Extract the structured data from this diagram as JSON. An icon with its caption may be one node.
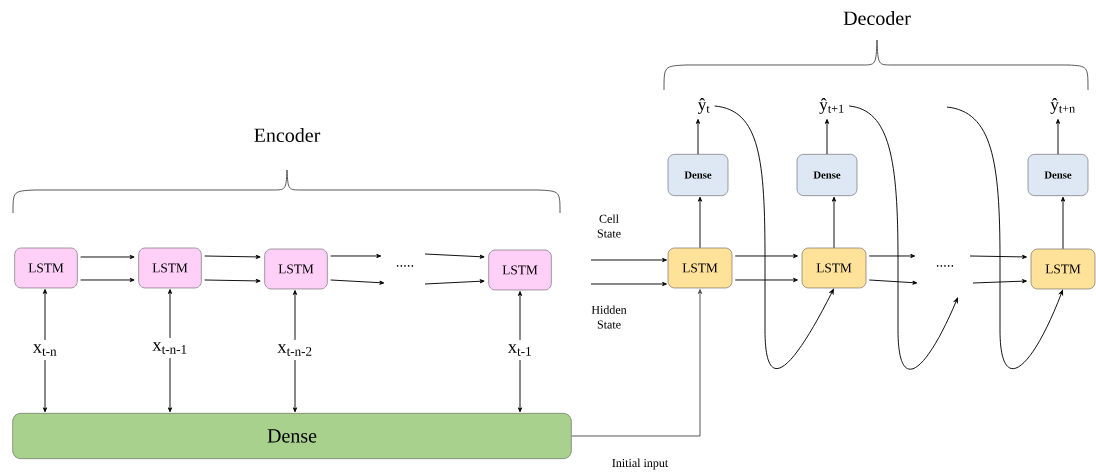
{
  "diagram": {
    "nodes": [
      {
        "text": [
          "LSTM"
        ]
      },
      {
        "text": [
          "LSTM"
        ]
      },
      {
        "text": [
          "LSTM"
        ]
      },
      {
        "text": [
          "LSTM"
        ]
      },
      {
        "text": [
          "x$_{t-n}$"
        ]
      },
      {
        "text": [
          "x$_{t-n-1}$"
        ]
      },
      {
        "text": [
          "x$_{t-n-2}$"
        ]
      },
      {
        "text": [
          "x$_{t-1}$"
        ]
      },
      {
        "text": [
          "Dense"
        ]
      },
      {
        "text": [
          "LSTM"
        ]
      },
      {
        "text": [
          "LSTM"
        ]
      },
      {
        "text": [
          "LSTM"
        ]
      },
      {
        "text": [
          "Dense"
        ]
      },
      {
        "text": [
          "Dense"
        ]
      },
      {
        "text": [
          "Dense"
        ]
      },
      {
        "text": [
          "ŷ$_{t}$"
        ]
      },
      {
        "text": [
          "ŷ$_{t+1}$"
        ]
      },
      {
        "text": [
          "ŷ$_{t+n}$"
        ]
      }
    ],
    "edges": [
      {
        "from": 0,
        "to": 1,
        "arrow": "to"
      },
      {
        "from": 0,
        "to": 1,
        "arrow": "to"
      },
      {
        "from": 1,
        "to": 2,
        "arrow": "to"
      },
      {
        "from": 1,
        "to": 2,
        "arrow": "to"
      },
      {
        "from": 2,
        "to": null,
        "arrow": "to"
      },
      {
        "from": 2,
        "to": null,
        "arrow": "to"
      },
      {
        "from": null,
        "to": 3,
        "arrow": "to"
      },
      {
        "from": null,
        "to": 3,
        "arrow": "to"
      },
      {
        "from": 4,
        "to": 0,
        "arrow": "to"
      },
      {
        "from": 5,
        "to": 1,
        "arrow": "to"
      },
      {
        "from": 6,
        "to": 2,
        "arrow": "to"
      },
      {
        "from": 7,
        "to": 3,
        "arrow": "to"
      },
      {
        "from": 4,
        "to": 8,
        "arrow": "to"
      },
      {
        "from": 5,
        "to": 8,
        "arrow": "to"
      },
      {
        "from": 6,
        "to": 8,
        "arrow": "to"
      },
      {
        "from": 7,
        "to": 8,
        "arrow": "to"
      },
      {
        "from": null,
        "to": 9,
        "arrow": "to"
      },
      {
        "from": null,
        "to": 9,
        "arrow": "to"
      },
      {
        "from": 9,
        "to": 10,
        "arrow": "to"
      },
      {
        "from": 9,
        "to": 10,
        "arrow": "to"
      },
      {
        "from": 10,
        "to": null,
        "arrow": "to"
      },
      {
        "from": 10,
        "to": null,
        "arrow": "to"
      },
      {
        "from": null,
        "to": 11,
        "arrow": "to"
      },
      {
        "from": null,
        "to": 11,
        "arrow": "to"
      },
      {
        "from": 9,
        "to": 12,
        "arrow": "to"
      },
      {
        "from": 10,
        "to": 13,
        "arrow": "to"
      },
      {
        "from": 11,
        "to": 14,
        "arrow": "to"
      },
      {
        "from": 12,
        "to": 15,
        "arrow": "to"
      },
      {
        "from": 13,
        "to": 16,
        "arrow": "to"
      },
      {
        "from": 14,
        "to": 17,
        "arrow": "to"
      },
      {
        "from": 8,
        "to": 9,
        "arrow": "to",
        "label": "Initial input"
      },
      {
        "from": 15,
        "to": 10,
        "arrow": "to"
      },
      {
        "from": 16,
        "to": null,
        "arrow": "to"
      },
      {
        "from": null,
        "to": 11,
        "arrow": "to"
      }
    ],
    "labels": [
      "Decoder",
      "Encoder",
      "Cell State",
      ".....",
      ".....",
      "Hidden State"
    ]
  }
}
